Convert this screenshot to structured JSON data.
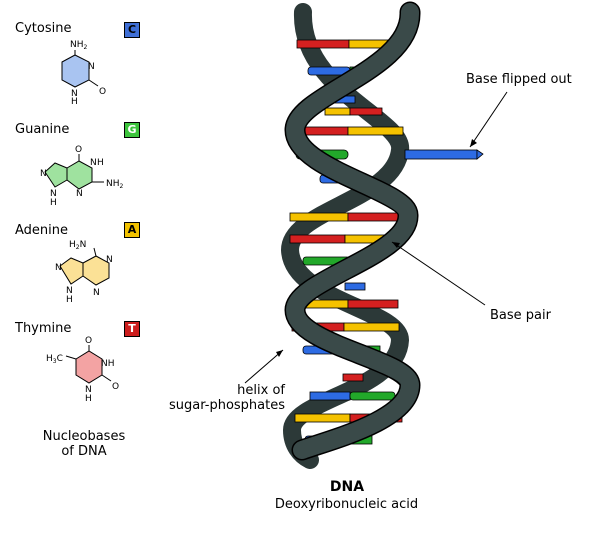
{
  "nucleobases": [
    {
      "name": "Cytosine",
      "letter": "C",
      "color": "#3f6fd6",
      "fill": "#a9c4f1",
      "atoms": {
        "nh2": "NH",
        "sub2": "2",
        "n": "N",
        "o": "O",
        "nh": "N",
        "h": "H"
      }
    },
    {
      "name": "Guanine",
      "letter": "G",
      "color": "#3cc43c",
      "fill": "#9fe29f",
      "atoms": {
        "o": "O",
        "nh_top": "N",
        "h_top": "H",
        "nh2": "NH",
        "sub2": "2",
        "n1": "N",
        "n2": "N",
        "n3": "N",
        "nh_bot": "N",
        "h_bot": "H"
      }
    },
    {
      "name": "Adenine",
      "letter": "A",
      "color": "#f2c200",
      "fill": "#fbe196",
      "atoms": {
        "h2n": "H",
        "sub2": "2",
        "n_letter": "N",
        "n1": "N",
        "n2": "N",
        "n3": "N",
        "n4": "N",
        "h": "H"
      }
    },
    {
      "name": "Thymine",
      "letter": "T",
      "color": "#cc1d1d",
      "fill": "#f3a3a3",
      "atoms": {
        "o_top": "O",
        "h3c": "H",
        "sub3": "3",
        "c": "C",
        "nh": "NH",
        "o_right": "O",
        "n_bot": "N",
        "h_bot": "H"
      }
    }
  ],
  "nucleobases_caption": {
    "line1": "Nucleobases",
    "line2": "of DNA"
  },
  "labels": {
    "flipped": "Base flipped out",
    "pair": "Base pair",
    "helix_line1": "helix of",
    "helix_line2": "sugar-phosphates"
  },
  "caption": {
    "title": "DNA",
    "subtitle": "Deoxyribonucleic acid"
  },
  "colors": {
    "backbone": "#3a4a49",
    "blue": "#2d6be3",
    "red": "#d42020",
    "yellow": "#f5c200",
    "green": "#22a82a"
  }
}
